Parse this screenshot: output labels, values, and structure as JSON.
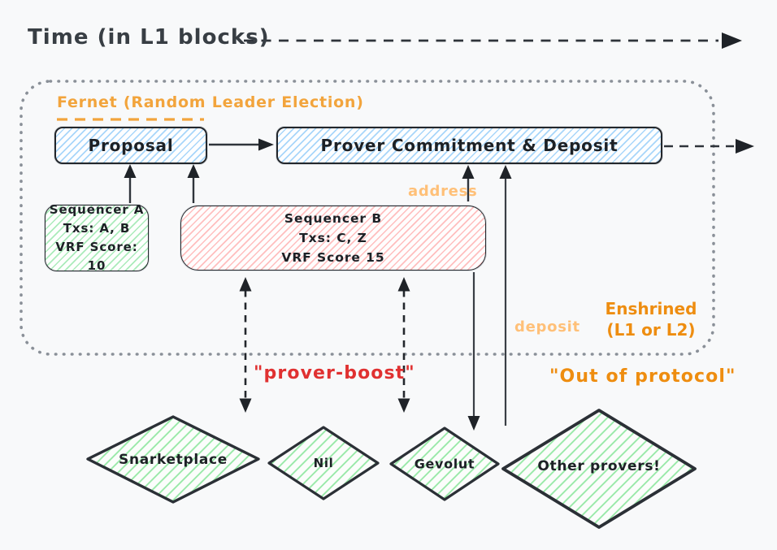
{
  "header": {
    "title": "Time (in L1 blocks)"
  },
  "container": {
    "fernet_label": "Fernet (Random Leader Election)",
    "enshrined_line1": "Enshrined",
    "enshrined_line2": "(L1 or L2)"
  },
  "boxes": {
    "proposal": {
      "label": "Proposal"
    },
    "prover_commitment": {
      "label": "Prover Commitment & Deposit"
    },
    "sequencer_a": {
      "lines": [
        "Sequencer A",
        "Txs: A, B",
        "VRF Score: 10"
      ]
    },
    "sequencer_b": {
      "lines": [
        "Sequencer B",
        "Txs: C, Z",
        "VRF Score 15"
      ]
    }
  },
  "edge_labels": {
    "address": "address",
    "deposit": "deposit",
    "prover_boost": "\"prover-boost\"",
    "out_of_protocol": "\"Out of protocol\""
  },
  "diamonds": [
    {
      "label": "Snarketplace"
    },
    {
      "label": "Nil"
    },
    {
      "label": "Gevolut"
    },
    {
      "label": "Other provers!"
    }
  ],
  "colors": {
    "background": "#f8f9fa",
    "stroke_dark": "#2f343b",
    "orange_strong": "#ee8d10",
    "orange_soft": "#f2a43c",
    "orange_light": "#ffc078",
    "red_accent": "#e03131",
    "blue_fill": "#a5d8ff",
    "green_fill": "#b2f2bb",
    "pink_fill": "#ffc9c9"
  }
}
